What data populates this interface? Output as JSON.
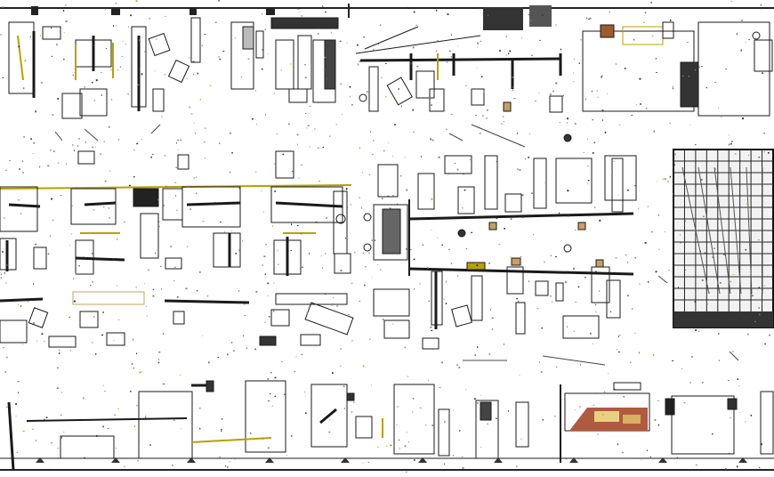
{
  "image": {
    "kind": "top-down point-cloud floor plan scan",
    "background": "#ffffff",
    "line_color": "#1a1a1a",
    "accent_yellow": "#b8a000",
    "accent_tan": "#c8a060",
    "accent_orange": "#d08030",
    "accent_red": "#c04030"
  },
  "regions": [
    {
      "id": "top-band",
      "label": ""
    },
    {
      "id": "middle-band",
      "label": ""
    },
    {
      "id": "bottom-band",
      "label": ""
    },
    {
      "id": "racking-grid",
      "label": ""
    }
  ]
}
